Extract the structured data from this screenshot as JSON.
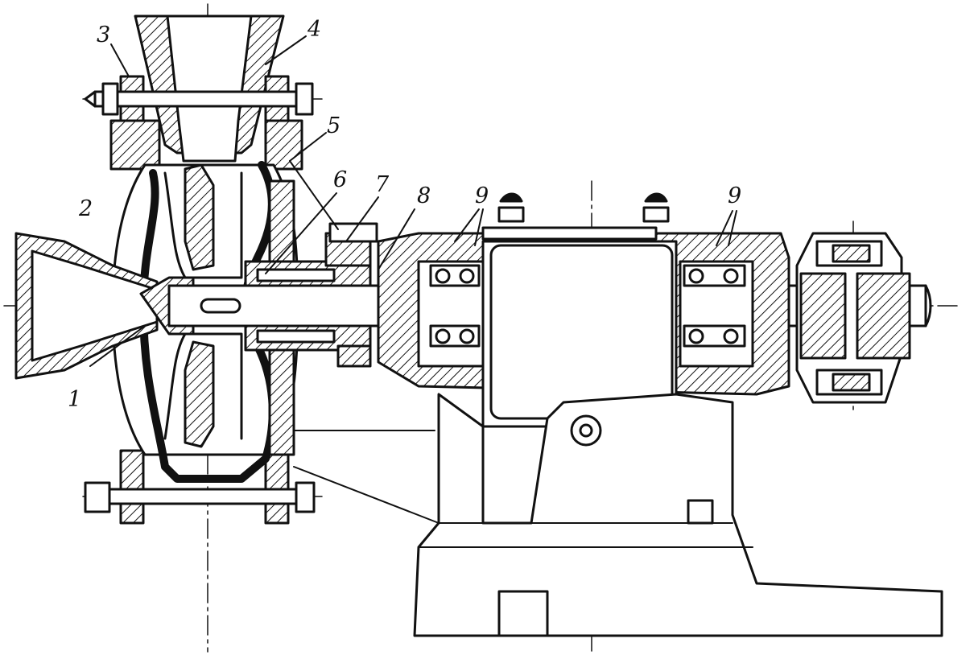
{
  "figure": {
    "callouts": [
      {
        "id": "1",
        "label": "1"
      },
      {
        "id": "2",
        "label": "2"
      },
      {
        "id": "3",
        "label": "3"
      },
      {
        "id": "4",
        "label": "4"
      },
      {
        "id": "5",
        "label": "5"
      },
      {
        "id": "6",
        "label": "6"
      },
      {
        "id": "7",
        "label": "7"
      },
      {
        "id": "8",
        "label": "8"
      },
      {
        "id": "9a",
        "label": "9"
      },
      {
        "id": "9b",
        "label": "9"
      }
    ],
    "colors": {
      "ink": "#111111",
      "paper": "#ffffff"
    }
  }
}
